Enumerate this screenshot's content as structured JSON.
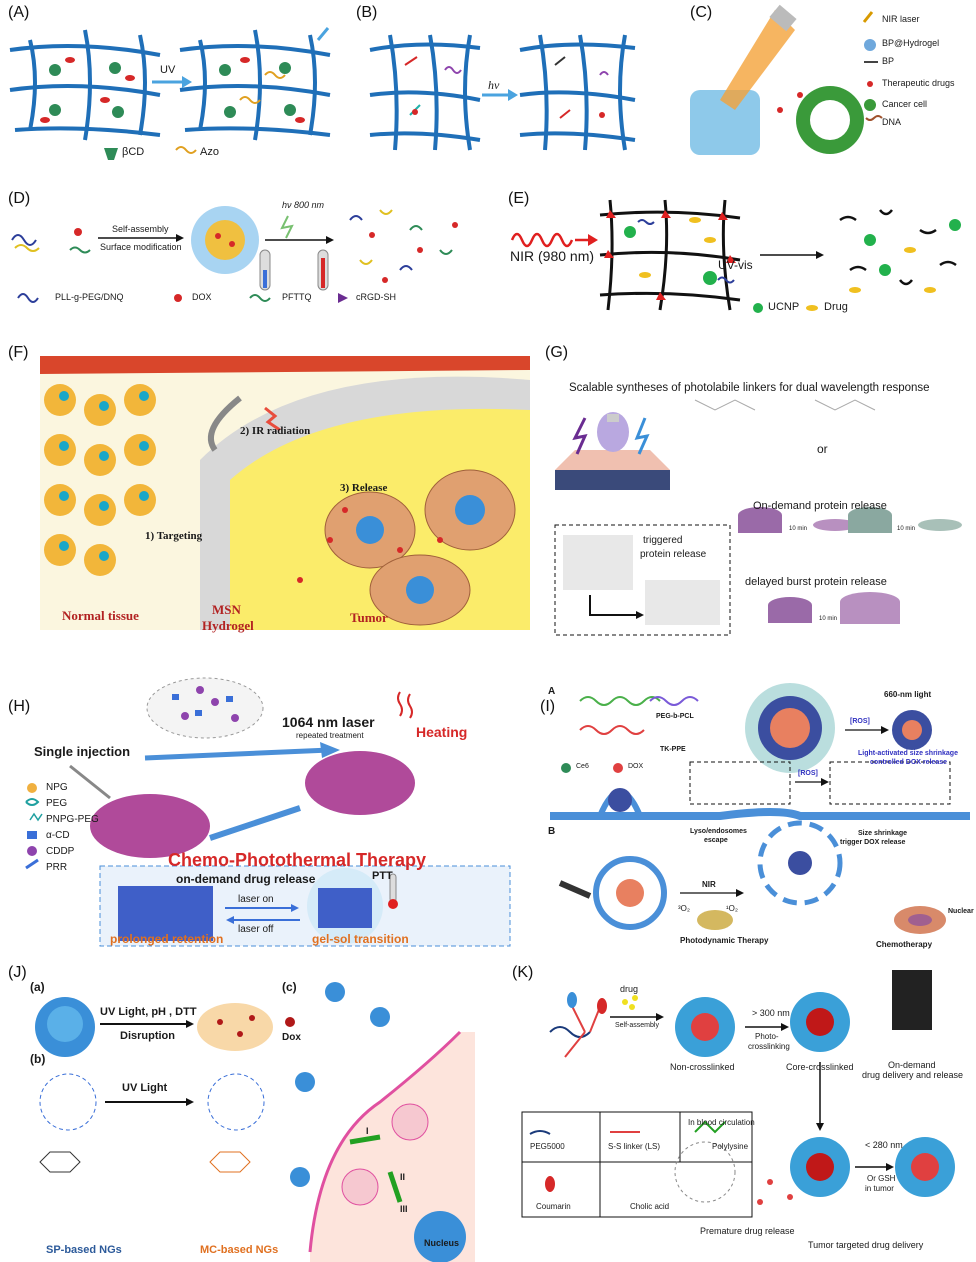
{
  "panels": {
    "A": {
      "label": "(A)",
      "arrow": "UV",
      "legend": [
        "βCD",
        "Azo"
      ]
    },
    "B": {
      "label": "(B)",
      "arrow": "hν"
    },
    "C": {
      "label": "(C)",
      "legend": [
        "NIR laser",
        "BP@Hydrogel",
        "BP",
        "Therapeutic drugs",
        "Cancer cell",
        "DNA"
      ]
    },
    "D": {
      "label": "(D)",
      "step1a": "Self-assembly",
      "step1b": "Surface modification",
      "step2": "hν 800 nm",
      "legend": [
        "PLL-g-PEG/DNQ",
        "DOX",
        "PFTTQ",
        "cRGD-SH"
      ]
    },
    "E": {
      "label": "(E)",
      "nir": "NIR (980 nm)",
      "uvvis": "UV-vis",
      "legend": [
        "UCNP",
        "Drug"
      ]
    },
    "F": {
      "label": "(F)",
      "ir": "2) IR radiation",
      "targeting": "1) Targeting",
      "release": "3) Release",
      "normal": "Normal tissue",
      "msn1": "MSN",
      "msn2": "Hydrogel",
      "tumor": "Tumor"
    },
    "G": {
      "label": "(G)",
      "title": "Scalable syntheses of photolabile linkers for dual wavelength response",
      "or": "or",
      "triggered1": "triggered",
      "triggered2": "protein release",
      "ondemand": "On-demand protein release",
      "delayed": "delayed burst protein release",
      "time1": "10 min",
      "time2": "10 min",
      "time3": "10 min"
    },
    "H": {
      "label": "(H)",
      "injection": "Single injection",
      "laser": "1064 nm laser",
      "repeated": "repeated treatment",
      "heating": "Heating",
      "therapy": "Chemo-Photothermal Therapy",
      "ondemand": "on-demand drug release",
      "ptt": "PTT",
      "laseron": "laser on",
      "laseroff": "laser off",
      "retention": "prolonged retention",
      "gelsol": "gel-sol transition",
      "legend": [
        "NPG",
        "PEG",
        "PNPG-PEG",
        "α-CD",
        "CDDP",
        "PRR"
      ]
    },
    "I": {
      "label": "(I)",
      "sub_a": "A",
      "sub_b": "B",
      "peg": "PEG-b-PCL",
      "tk": "TK-PPE",
      "ce6": "Ce6",
      "dox": "DOX",
      "light": "660-nm light",
      "ros1": "[ROS]",
      "ros2": "[ROS]",
      "activated1": "Light-activated size shrinkage",
      "activated2": "controlled DOX release",
      "lyso1": "Lyso/endosomes",
      "lyso2": "escape",
      "shrink1": "Size shrinkage",
      "shrink2": "trigger DOX release",
      "nir": "NIR",
      "o2a": "³O₂",
      "o2b": "¹O₂",
      "pdt": "Photodynamic Therapy",
      "chemo": "Chemotherapy",
      "nuclear": "Nuclear"
    },
    "J": {
      "label": "(J)",
      "a": "(a)",
      "b": "(b)",
      "c": "(c)",
      "stimuli": "UV Light, pH , DTT",
      "disruption": "Disruption",
      "dox": "Dox",
      "uvlight": "UV Light",
      "sp": "SP-based NGs",
      "mc": "MC-based NGs",
      "nucleus": "Nucleus",
      "r1": "I",
      "r2": "II",
      "r3": "III"
    },
    "K": {
      "label": "(K)",
      "drug": "drug",
      "selfassembly": "Self-assembly",
      "nm300": "> 300 nm",
      "photo1": "Photo-",
      "photo2": "crosslinking",
      "noncross": "Non-crosslinked",
      "corecross": "Core-crosslinked",
      "blood": "In blood circulation",
      "ondemand1": "On-demand",
      "ondemand2": "drug delivery and release",
      "nm280": "< 280 nm",
      "gsh1": "Or GSH",
      "gsh2": "in tumor",
      "premature": "Premature drug release",
      "targeted": "Tumor targeted drug delivery",
      "legend": [
        "PEG5000",
        "S-S linker (LS)",
        "Polylysine",
        "Coumarin",
        "Cholic acid"
      ]
    }
  }
}
